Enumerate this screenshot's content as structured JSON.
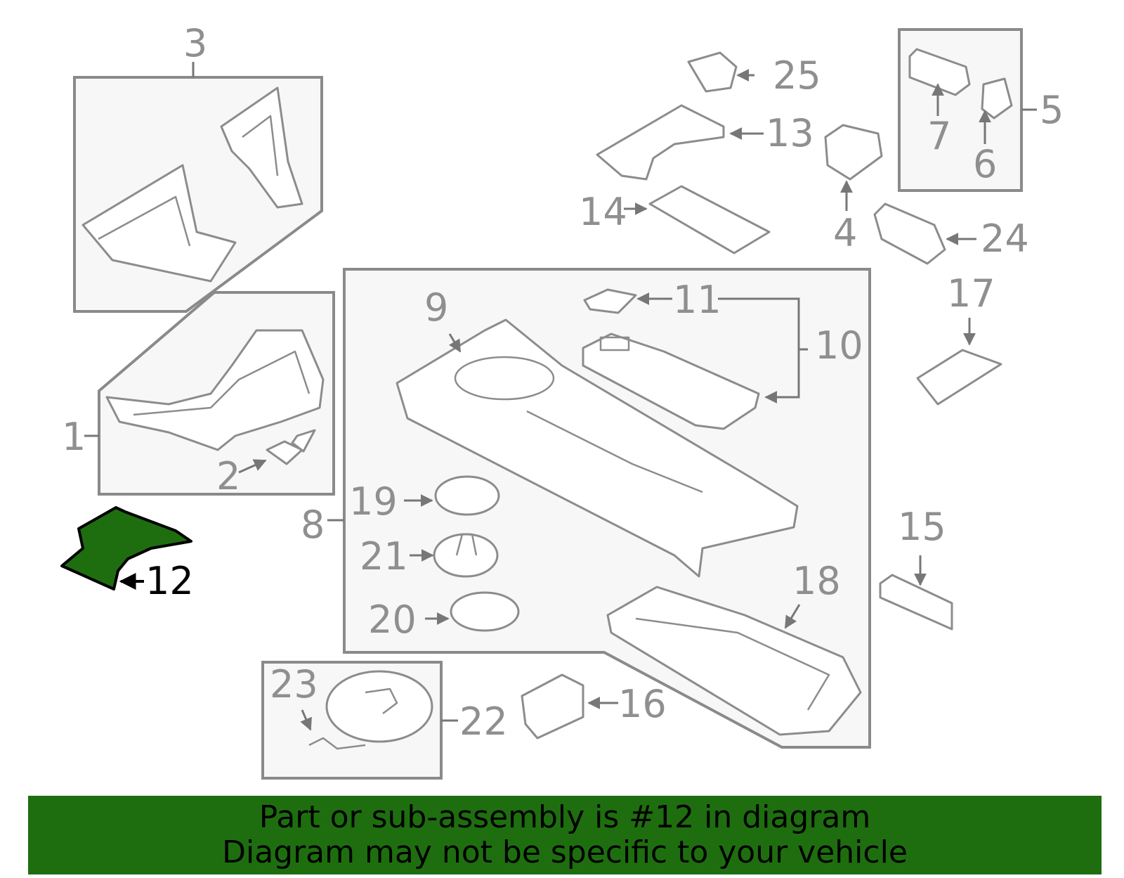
{
  "diagram": {
    "highlighted_part": "12",
    "highlight_color": "#1e6e10",
    "callouts": [
      "1",
      "2",
      "3",
      "4",
      "5",
      "6",
      "7",
      "8",
      "9",
      "10",
      "11",
      "12",
      "13",
      "14",
      "15",
      "16",
      "17",
      "18",
      "19",
      "20",
      "21",
      "22",
      "23",
      "24",
      "25"
    ]
  },
  "banner": {
    "line1": "Part or sub-assembly is #12 in diagram",
    "line2": "Diagram may not be specific to your vehicle",
    "background": "#1e6e10"
  }
}
